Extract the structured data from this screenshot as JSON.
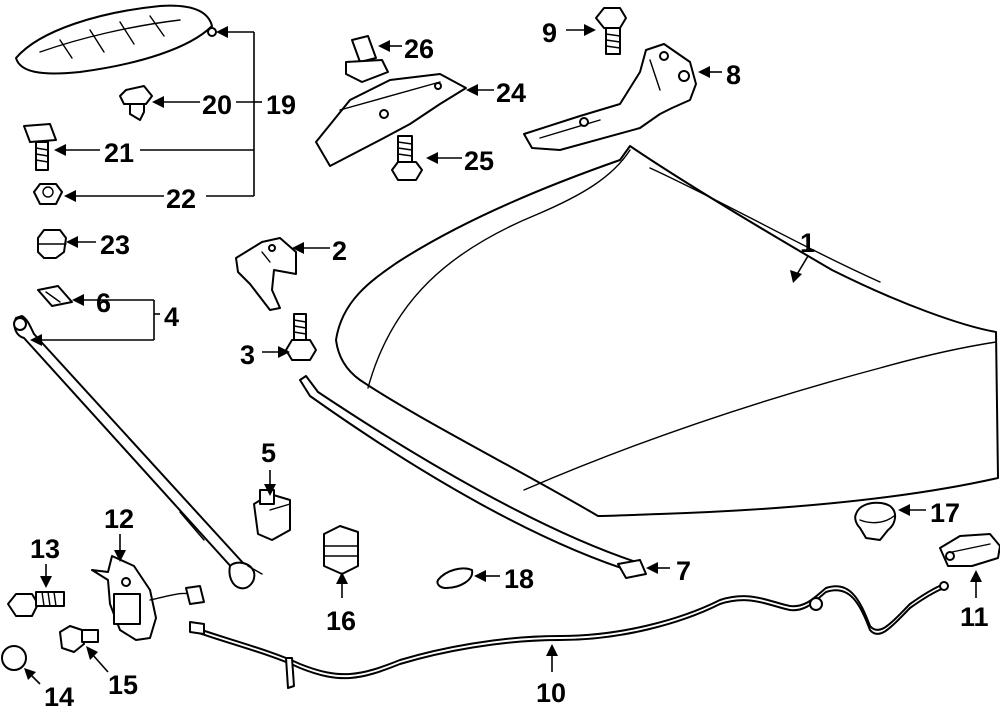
{
  "diagram": {
    "colors": {
      "line": "#000000",
      "background": "#ffffff"
    },
    "callouts": [
      "1",
      "2",
      "3",
      "4",
      "5",
      "6",
      "7",
      "8",
      "9",
      "10",
      "11",
      "12",
      "13",
      "14",
      "15",
      "16",
      "17",
      "18",
      "19",
      "20",
      "21",
      "22",
      "23",
      "24",
      "25",
      "26"
    ]
  }
}
